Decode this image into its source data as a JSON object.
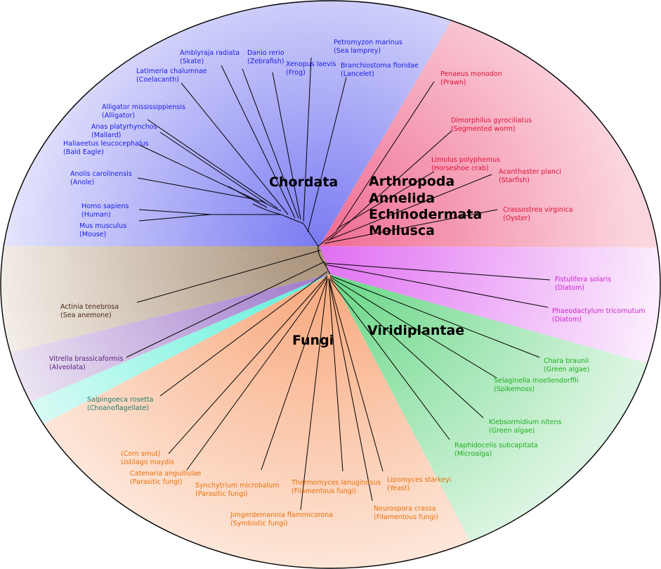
{
  "colors": {
    "chordata": "#1a1ae6",
    "inverts": "#e0103a",
    "stramenopiles": "#cc22cc",
    "plants": "#1fad1f",
    "fungi": "#e8700a",
    "choano": "#207a6a",
    "alveolata": "#5a1e7a",
    "cnidaria": "#4a2a14"
  },
  "clades": {
    "chordata": "Chordata",
    "arthropoda": "Arthropoda",
    "annelida": "Annelida",
    "echinodermata": "Echinodermata",
    "mollusca": "Mollusca",
    "viridiplantae": "Viridiplantae",
    "fungi": "Fungi"
  },
  "species": {
    "skate": {
      "name": "Amblyraja radiata",
      "common": "(Skate)"
    },
    "zebrafish": {
      "name": "Danio rerio",
      "common": "(Zebrafish)"
    },
    "frog": {
      "name": "Xenopus laevis",
      "common": "(Frog)"
    },
    "lamprey": {
      "name": "Petromyzon marinus",
      "common": "(Sea lamprey)"
    },
    "lancelet": {
      "name": "Branchiostoma floridae",
      "common": "(Lancelet)"
    },
    "coelacanth": {
      "name": "Latimeria chalumnae",
      "common": "(Coelacanth)"
    },
    "alligator": {
      "name": "Alligator mississippiensis",
      "common": "(Alligator)"
    },
    "mallard": {
      "name": "Anas platyrhynchos",
      "common": "(Mallard)"
    },
    "eagle": {
      "name": "Haliaeetus leucocephalus",
      "common": "(Bald Eagle)"
    },
    "anole": {
      "name": "Anolis carolinensis",
      "common": "(Anole)"
    },
    "human": {
      "name": "Homo sapiens",
      "common": "(Human)"
    },
    "mouse": {
      "name": "Mus musculus",
      "common": "(Mouse)"
    },
    "prawn": {
      "name": "Penaeus monodon",
      "common": "(Prawn)"
    },
    "worm": {
      "name": "Dimorphilus gyrociliatus",
      "common": "(Segmented worm)"
    },
    "crab": {
      "name": "Limulus polyphemus",
      "common": "(Horseshoe crab)"
    },
    "starfish": {
      "name": "Acanthaster planci",
      "common": "(Starfish)"
    },
    "oyster": {
      "name": "Crassostrea virginica",
      "common": "(Oyster)"
    },
    "diatom1": {
      "name": "Fistulifera solaris",
      "common": "(Diatom)"
    },
    "diatom2": {
      "name": "Phaeodactylum tricornutum",
      "common": "(Diatom)"
    },
    "chara": {
      "name": "Chara braunii",
      "common": "(Green algae)"
    },
    "selaginella": {
      "name": "Selaginella moellendorffii",
      "common": "(Spikemoss)"
    },
    "klebsormidium": {
      "name": "Klebsormidium nitens",
      "common": "(Green algae)"
    },
    "raphidocelis": {
      "name": "Raphidocelis subcapitata",
      "common": "(Microalga)"
    },
    "anemone": {
      "name": "Actinia tenebrosa",
      "common": "(Sea anemone)"
    },
    "vitrella": {
      "name": "Vitrella brassicaformis",
      "common": "(Alveolata)"
    },
    "salpingoeca": {
      "name": "Salpingoeca rosetta",
      "common": "(Choanoflagellate)"
    },
    "ustilago": {
      "name": "Ustilago maydis",
      "common": "(Corn smut)"
    },
    "catenaria": {
      "name": "Catenaria anguillulae",
      "common": "(Parasitic fungi)"
    },
    "synchytrium": {
      "name": "Synchytrium microbalum",
      "common": "(Parasitic fungi)"
    },
    "jimgerdemannia": {
      "name": "Jimgerdemannia flammicorona",
      "common": "(Symbiotic fungi)"
    },
    "thermomyces": {
      "name": "Thermomyces lanuginosus",
      "common": "(Filamentous fungi)"
    },
    "lipomyces": {
      "name": "Lipomyces starkeyi",
      "common": "(Yeast)"
    },
    "neurospora": {
      "name": "Neurospora crassa",
      "common": "(Filamentous fungi)"
    }
  }
}
